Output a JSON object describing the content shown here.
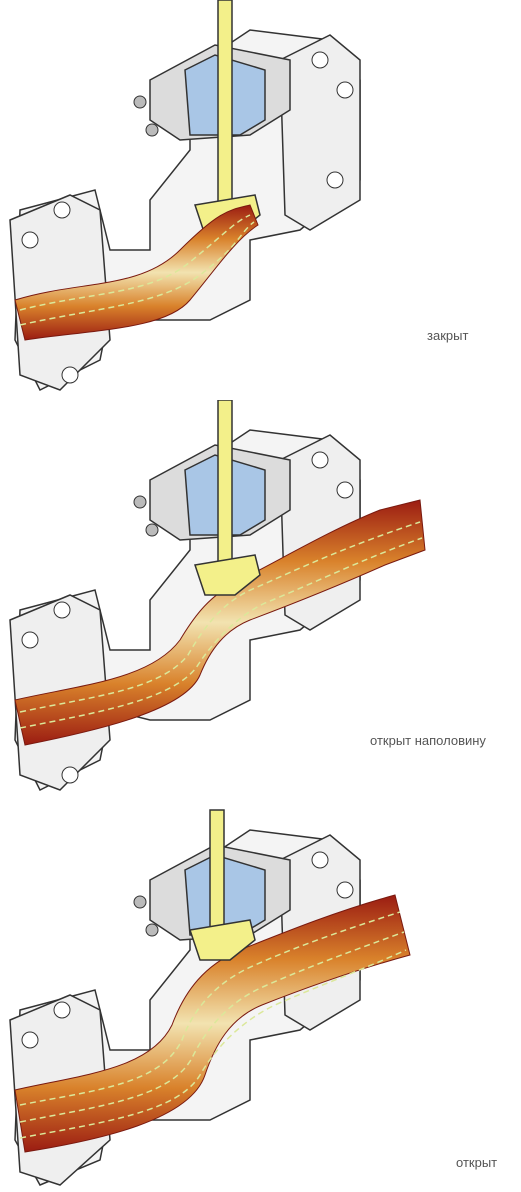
{
  "states": [
    {
      "id": "closed",
      "label": "закрыт"
    },
    {
      "id": "half",
      "label": "открыт наполовину"
    },
    {
      "id": "open",
      "label": "открыт"
    }
  ],
  "colors": {
    "body": "#f4f4f4",
    "outline": "#333333",
    "bonnet": "#a9c6e6",
    "stem": "#f3f08a",
    "flow_outer": "#9b1c12",
    "flow_mid": "#d9822b",
    "flow_inner": "#f2e3b0",
    "streamline": "#dbe89a"
  }
}
